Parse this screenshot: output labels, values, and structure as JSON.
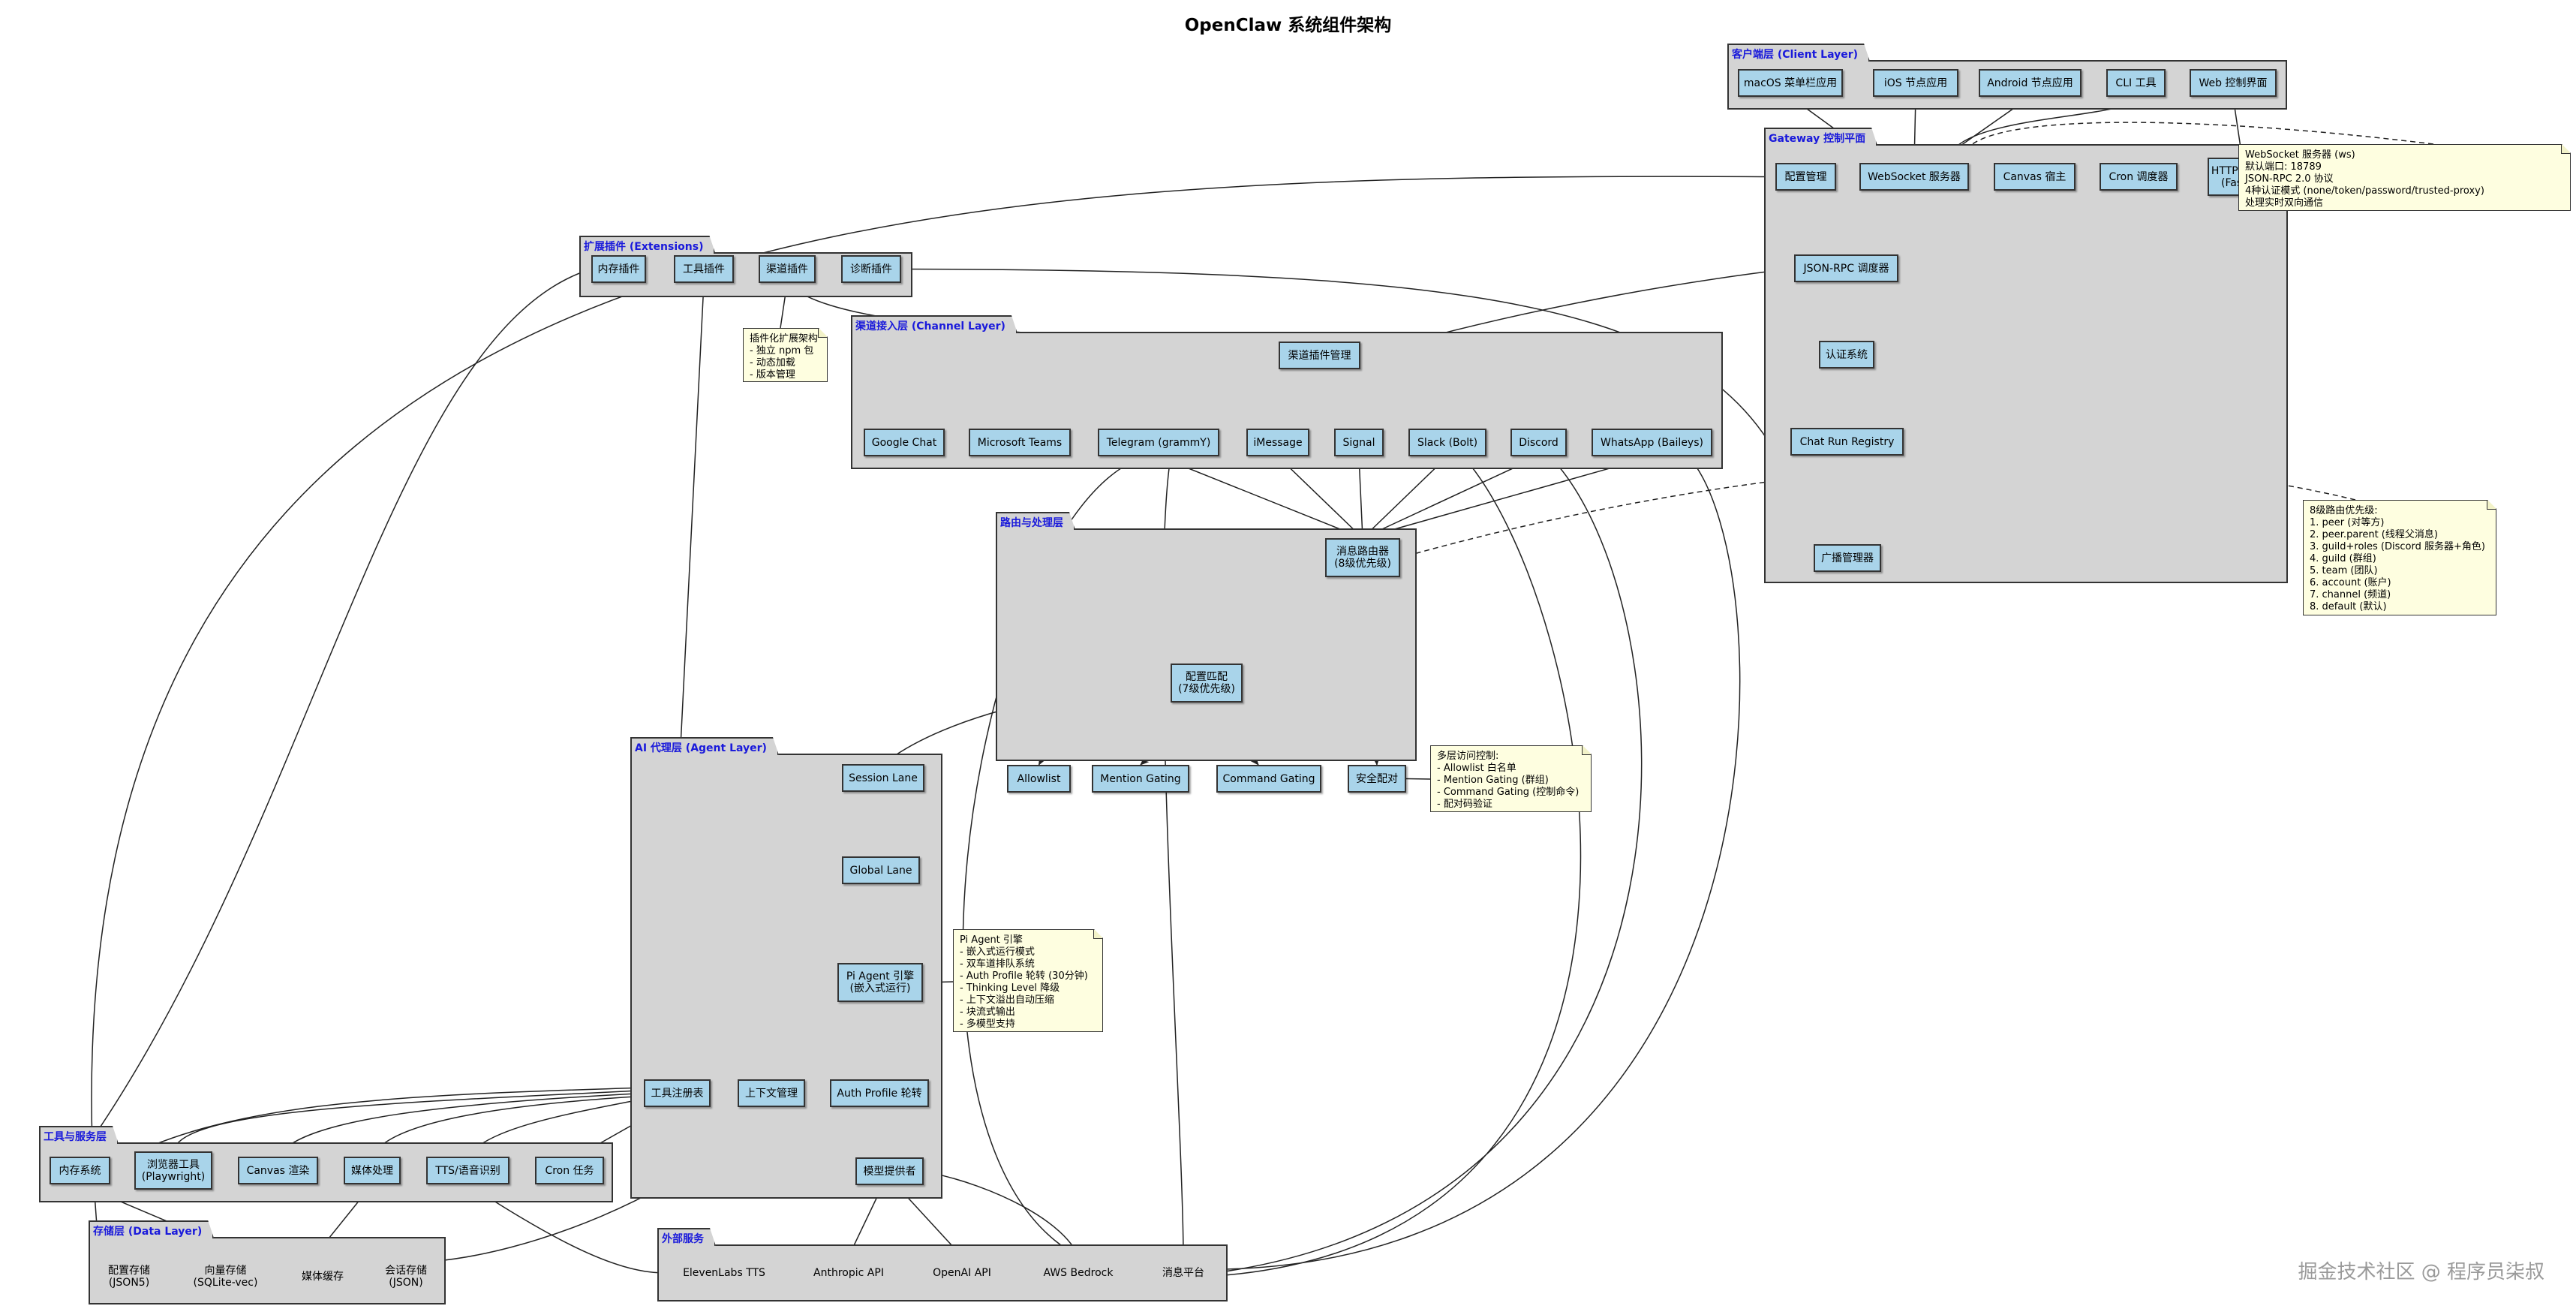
{
  "title": "OpenClaw 系统组件架构",
  "packages": [
    {
      "id": "client",
      "label": "客户端层 (Client Layer)"
    },
    {
      "id": "gateway",
      "label": "Gateway 控制平面"
    },
    {
      "id": "ext",
      "label": "扩展插件 (Extensions)"
    },
    {
      "id": "channel",
      "label": "渠道接入层 (Channel Layer)"
    },
    {
      "id": "routing",
      "label": "路由与处理层"
    },
    {
      "id": "agent",
      "label": "AI 代理层 (Agent Layer)"
    },
    {
      "id": "tools",
      "label": "工具与服务层"
    },
    {
      "id": "data",
      "label": "存储层 (Data Layer)"
    },
    {
      "id": "external",
      "label": "外部服务"
    }
  ],
  "nodes": [
    {
      "id": "macos",
      "label": "macOS 菜单栏应用"
    },
    {
      "id": "ios",
      "label": "iOS 节点应用"
    },
    {
      "id": "android",
      "label": "Android 节点应用"
    },
    {
      "id": "cli",
      "label": "CLI 工具"
    },
    {
      "id": "webui",
      "label": "Web 控制界面"
    },
    {
      "id": "config",
      "label": "配置管理"
    },
    {
      "id": "ws",
      "label": "WebSocket 服务器"
    },
    {
      "id": "canvashost",
      "label": "Canvas 宿主"
    },
    {
      "id": "cron",
      "label": "Cron 调度器"
    },
    {
      "id": "http",
      "label": "HTTP 服务器\n(Fastify)"
    },
    {
      "id": "rpc",
      "label": "JSON-RPC 调度器"
    },
    {
      "id": "auth",
      "label": "认证系统"
    },
    {
      "id": "chatrun",
      "label": "Chat Run Registry"
    },
    {
      "id": "broadcast",
      "label": "广播管理器"
    },
    {
      "id": "memplug",
      "label": "内存插件"
    },
    {
      "id": "toolplug",
      "label": "工具插件"
    },
    {
      "id": "chanplug",
      "label": "渠道插件"
    },
    {
      "id": "diagplug",
      "label": "诊断插件"
    },
    {
      "id": "chanmgr",
      "label": "渠道插件管理"
    },
    {
      "id": "gchat",
      "label": "Google Chat"
    },
    {
      "id": "teams",
      "label": "Microsoft Teams"
    },
    {
      "id": "telegram",
      "label": "Telegram (grammY)"
    },
    {
      "id": "imessage",
      "label": "iMessage"
    },
    {
      "id": "signal",
      "label": "Signal"
    },
    {
      "id": "slack",
      "label": "Slack (Bolt)"
    },
    {
      "id": "discord",
      "label": "Discord"
    },
    {
      "id": "whatsapp",
      "label": "WhatsApp (Baileys)"
    },
    {
      "id": "router",
      "label": "消息路由器\n(8级优先级)"
    },
    {
      "id": "match",
      "label": "配置匹配\n(7级优先级)"
    },
    {
      "id": "allowlist",
      "label": "Allowlist"
    },
    {
      "id": "mention",
      "label": "Mention Gating"
    },
    {
      "id": "command",
      "label": "Command Gating"
    },
    {
      "id": "pair",
      "label": "安全配对"
    },
    {
      "id": "session",
      "label": "Session Lane"
    },
    {
      "id": "global",
      "label": "Global Lane"
    },
    {
      "id": "pi",
      "label": "Pi Agent 引擎\n(嵌入式运行)"
    },
    {
      "id": "toolreg",
      "label": "工具注册表"
    },
    {
      "id": "ctx",
      "label": "上下文管理"
    },
    {
      "id": "authrot",
      "label": "Auth Profile 轮转"
    },
    {
      "id": "provider",
      "label": "模型提供者"
    },
    {
      "id": "memsys",
      "label": "内存系统"
    },
    {
      "id": "browser",
      "label": "浏览器工具\n(Playwright)"
    },
    {
      "id": "canvasr",
      "label": "Canvas 渲染"
    },
    {
      "id": "media",
      "label": "媒体处理"
    },
    {
      "id": "tts",
      "label": "TTS/语音识别"
    },
    {
      "id": "crontask",
      "label": "Cron 任务"
    }
  ],
  "stores": [
    {
      "id": "cfgstore",
      "label": "配置存储\n(JSON5)"
    },
    {
      "id": "vecstore",
      "label": "向量存储\n(SQLite-vec)"
    },
    {
      "id": "mediastore",
      "label": "媒体缓存"
    },
    {
      "id": "sessstore",
      "label": "会话存储\n(JSON)"
    }
  ],
  "clouds": [
    {
      "id": "eleven",
      "label": "ElevenLabs TTS"
    },
    {
      "id": "anthropic",
      "label": "Anthropic API"
    },
    {
      "id": "openai",
      "label": "OpenAI API"
    },
    {
      "id": "bedrock",
      "label": "AWS Bedrock"
    },
    {
      "id": "msgplat",
      "label": "消息平台"
    }
  ],
  "notes": [
    {
      "id": "wsnote",
      "text": "WebSocket 服务器 (ws)\n默认端口: 18789\nJSON-RPC 2.0 协议\n4种认证模式 (none/token/password/trusted-proxy)\n处理实时双向通信"
    },
    {
      "id": "plugnote",
      "text": "插件化扩展架构\n- 独立 npm 包\n- 动态加载\n- 版本管理"
    },
    {
      "id": "routenote",
      "text": "8级路由优先级:\n1. peer (对等方)\n2. peer.parent (线程父消息)\n3. guild+roles (Discord 服务器+角色)\n4. guild (群组)\n5. team (团队)\n6. account (账户)\n7. channel (频道)\n8. default (默认)"
    },
    {
      "id": "accessnote",
      "text": "多层访问控制:\n- Allowlist 白名单\n- Mention Gating (群组)\n- Command Gating (控制命令)\n- 配对码验证"
    },
    {
      "id": "pinote",
      "text": "Pi Agent 引擎\n- 嵌入式运行模式\n- 双车道排队系统\n- Auth Profile 轮转 (30分钟)\n- Thinking Level 降级\n- 上下文溢出自动压缩\n- 块流式输出\n- 多模型支持"
    }
  ],
  "watermark": "掘金技术社区 @ 程序员柒叔"
}
